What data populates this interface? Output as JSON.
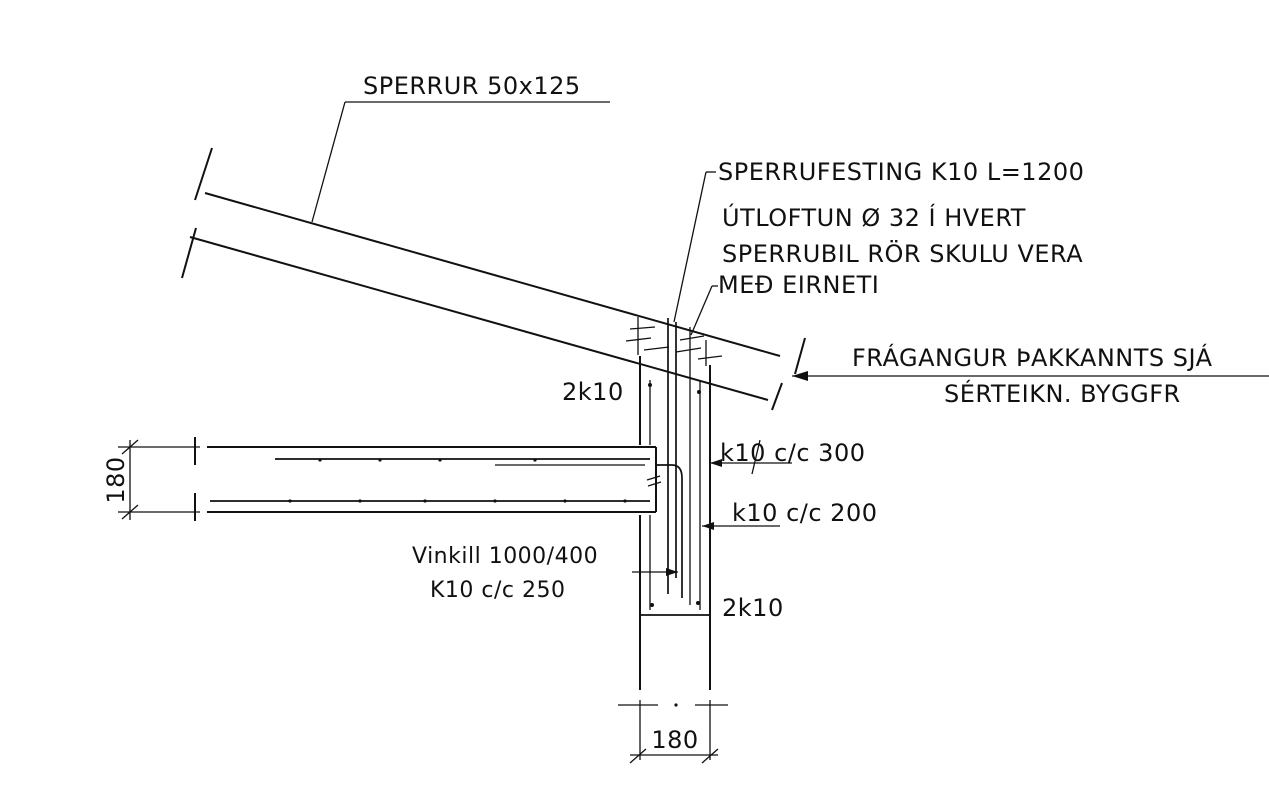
{
  "labels": {
    "rafters": "SPERRUR 50x125",
    "rafter_fixing": "SPERRUFESTING K10 L=1200",
    "vent_line1": "ÚTLOFTUN Ø 32 Í HVERT",
    "vent_line2": "SPERRUBIL RÖR SKULU VERA",
    "vent_line3": "MEÐ EIRNETI",
    "eaves_finish_line1": "FRÁGANGUR ÞAKKANNTS SJÁ",
    "eaves_finish_line2": "SÉRTEIKN. BYGGFR",
    "bars_top": "2k10",
    "stirrups_300": "k10 c/c 300",
    "stirrups_200": "k10 c/c 200",
    "angle_line1": "Vinkill 1000/400",
    "angle_line2": "K10 c/c 250",
    "bars_bottom": "2k10",
    "slab_thickness": "180",
    "wall_thickness": "180"
  }
}
